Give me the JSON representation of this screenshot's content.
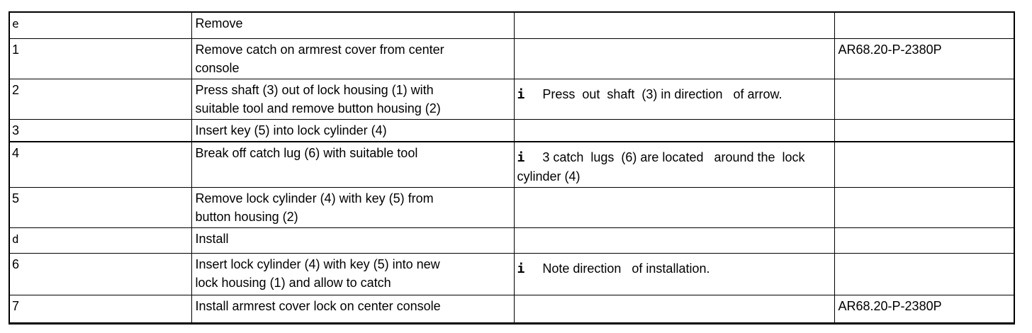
{
  "colors": {
    "background": "#ffffff",
    "border": "#000000",
    "text": "#000000"
  },
  "table": {
    "columns": [
      "step",
      "description",
      "note",
      "reference"
    ],
    "rows": [
      {
        "step": "e",
        "step_kind": "remove-symbol",
        "description": "Remove"
      },
      {
        "step": "1",
        "description": "Remove catch on armrest cover from center\nconsole",
        "reference": "AR68.20-P-2380P"
      },
      {
        "step": "2",
        "description": "Press shaft (3) out of lock housing (1) with\nsuitable tool and remove button housing (2)",
        "note_icon": "i",
        "note": "Press  out  shaft  (3) in direction   of arrow."
      },
      {
        "step": "3",
        "description": "Insert key (5) into lock cylinder (4)"
      },
      {
        "step": "4",
        "description": "Break off catch lug (6) with suitable tool",
        "note_icon": "i",
        "note": "3 catch  lugs  (6) are located   around the  lock\ncylinder (4)"
      },
      {
        "step": "5",
        "description": "Remove lock cylinder (4) with key (5) from\nbutton housing (2)"
      },
      {
        "step": "d",
        "step_kind": "install-symbol",
        "description": "Install"
      },
      {
        "step": "6",
        "description": "Insert lock cylinder (4) with key (5) into new\nlock housing (1) and allow to catch",
        "note_icon": "i",
        "note": "Note direction   of installation."
      },
      {
        "step": "7",
        "description": "Install armrest cover lock on center console",
        "reference": "AR68.20-P-2380P"
      }
    ]
  }
}
